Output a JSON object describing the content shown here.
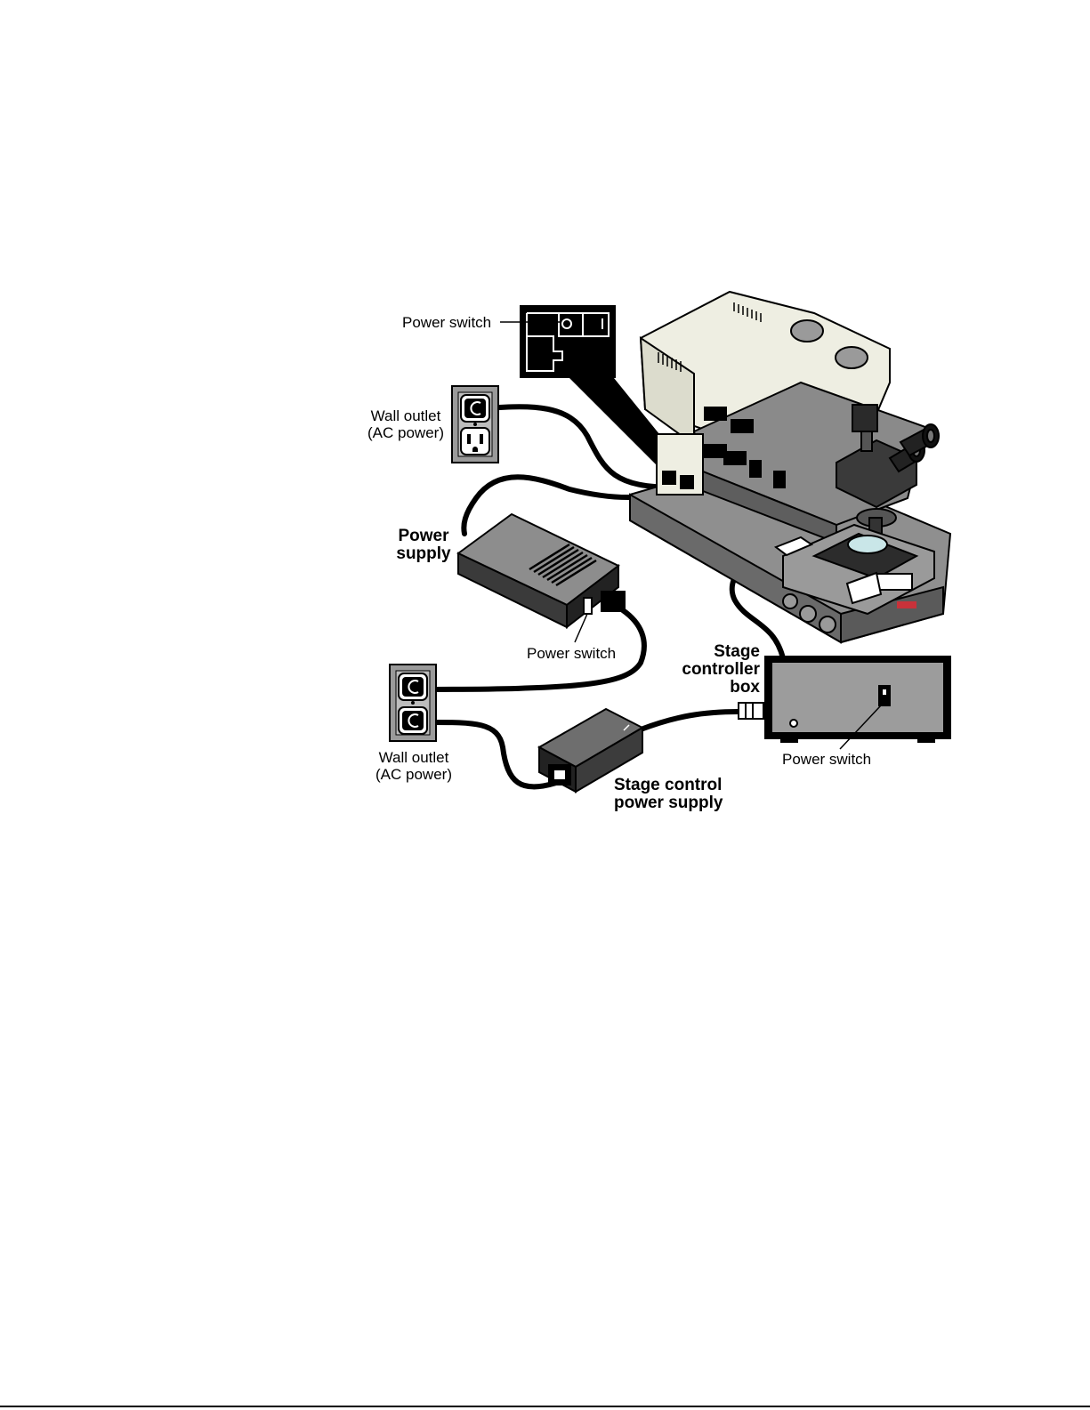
{
  "labels": {
    "power_switch_top": "Power switch",
    "wall_outlet_top": [
      "Wall outlet",
      "(AC power)"
    ],
    "power_supply": [
      "Power",
      "supply"
    ],
    "power_switch_supply": "Power switch",
    "stage_controller_box": [
      "Stage",
      "controller",
      "box"
    ],
    "wall_outlet_bottom": [
      "Wall outlet",
      "(AC power)"
    ],
    "stage_control_power_supply": [
      "Stage control",
      "power supply"
    ],
    "power_switch_controller": "Power switch"
  },
  "colors": {
    "line": "#000000",
    "microscope_cover": "#eeeee2",
    "microscope_body": "#8f8f8f",
    "device_gray": "#9a9a9a",
    "device_dark": "#3c3c3c",
    "background": "#ffffff"
  }
}
